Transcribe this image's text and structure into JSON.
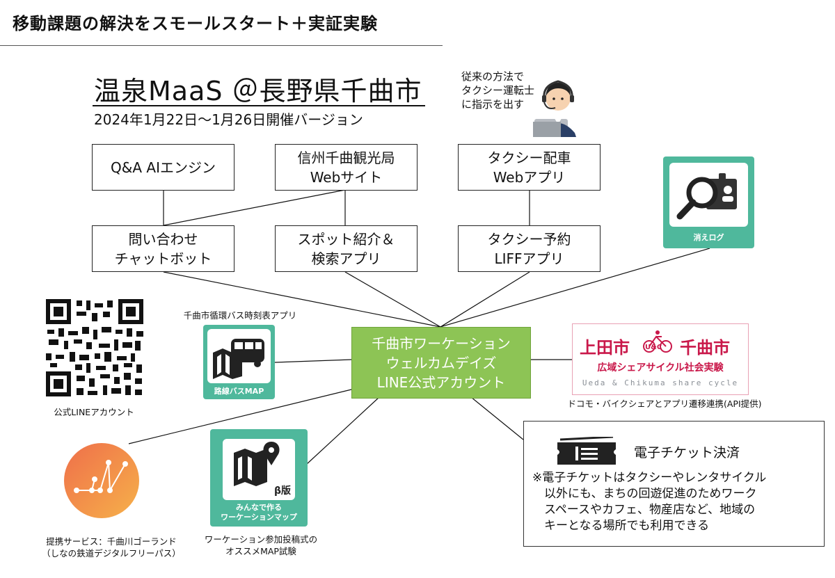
{
  "header": {
    "title": "移動課題の解決をスモールスタート＋実証実験"
  },
  "main": {
    "title": "温泉MaaS ＠長野県千曲市",
    "subtitle": "2024年1月22日〜1月26日開催バージョン"
  },
  "operator_note": "従来の方法で\nタクシー運転士\nに指示を出す",
  "top_boxes": [
    "Q&A AIエンジン",
    "信州千曲観光局\nWebサイト",
    "タクシー配車\nWebアプリ"
  ],
  "middle_boxes": [
    "問い合わせ\nチャットボット",
    "スポット紹介＆\n検索アプリ",
    "タクシー予約\nLIFFアプリ"
  ],
  "hub": {
    "label": "千曲市ワーケーション\nウェルカムデイズ\nLINE公式アカウント"
  },
  "kieru_log": {
    "label": "消えログ"
  },
  "qr": {
    "caption": "公式LINEアカウント"
  },
  "bus_app": {
    "caption": "千曲市循環バス時刻表アプリ",
    "label": "路線バスMAP"
  },
  "cycle_share": {
    "left_city": "上田市",
    "right_city": "千曲市",
    "logo_text": "U&C",
    "program": "広域シェアサイクル社会実験",
    "english": "Ueda & Chikuma share cycle",
    "caption": "ドコモ・バイクシェアとアプリ遷移連携(API提供)"
  },
  "goland": {
    "caption": "提携サービス：千曲川ゴーランド\n（しなの鉄道デジタルフリーパス）"
  },
  "workation_map": {
    "badge": "β版",
    "label": "みんなで作る\nワーケーションマップ",
    "caption": "ワーケーション参加投稿式の\nオススメMAP試験"
  },
  "e_ticket": {
    "title": "電子チケット決済",
    "note": "※電子チケットはタクシーやレンタサイクル\n　以外にも、まちの回遊促進のためワーク\n　スペースやカフェ、物産店など、地域の\n　キーとなる場所でも利用できる"
  },
  "colors": {
    "hub_green": "#8dc455",
    "tile_teal": "#4fb89c",
    "cycle_red": "#c9184a",
    "goland_orange": "#f08a4b"
  }
}
